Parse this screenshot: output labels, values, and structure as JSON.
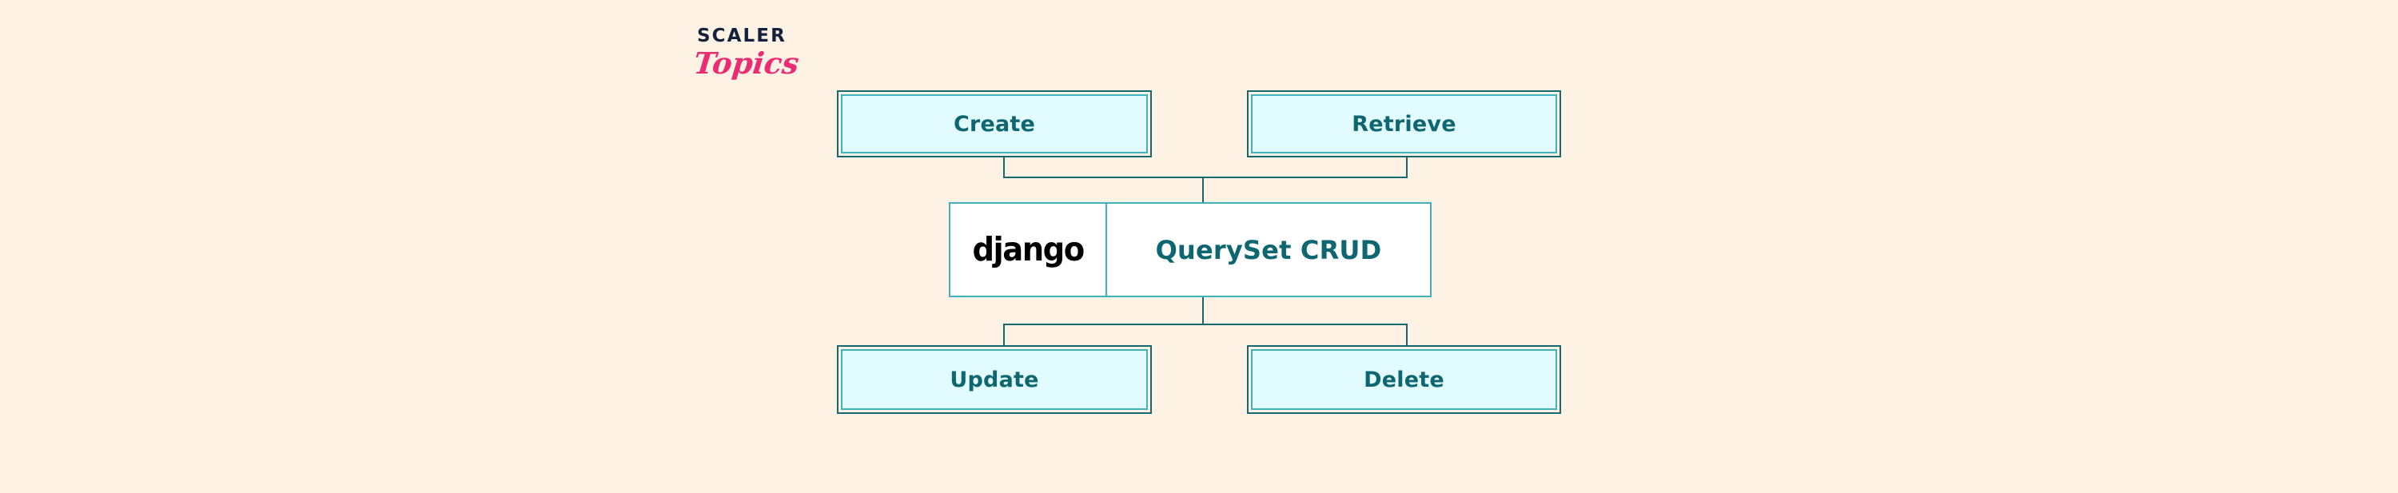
{
  "page": {
    "background_color": "#fdf2e4",
    "title": "Django QuerySet CRUD"
  },
  "logo": {
    "primary_text": "SCALER",
    "secondary_text": "Topics",
    "primary_color": "#14213d",
    "secondary_color": "#ec2c72"
  },
  "diagram": {
    "type": "flowchart",
    "accent_color": "#15686f",
    "box_fill_color": "#e2fbff",
    "box_inner_border_color": "#3fb2bd",
    "text_color": "#0d6670",
    "center": {
      "logo_text": "django",
      "logo_color": "#000000",
      "title": "QuerySet CRUD",
      "fill_color": "#ffffff"
    },
    "nodes": [
      {
        "id": "create",
        "label": "Create",
        "position": "top-left"
      },
      {
        "id": "retrieve",
        "label": "Retrieve",
        "position": "top-right"
      },
      {
        "id": "update",
        "label": "Update",
        "position": "bottom-left"
      },
      {
        "id": "delete",
        "label": "Delete",
        "position": "bottom-right"
      }
    ],
    "edges": [
      {
        "from": "create",
        "to": "center"
      },
      {
        "from": "retrieve",
        "to": "center"
      },
      {
        "from": "center",
        "to": "update"
      },
      {
        "from": "center",
        "to": "delete"
      }
    ]
  }
}
